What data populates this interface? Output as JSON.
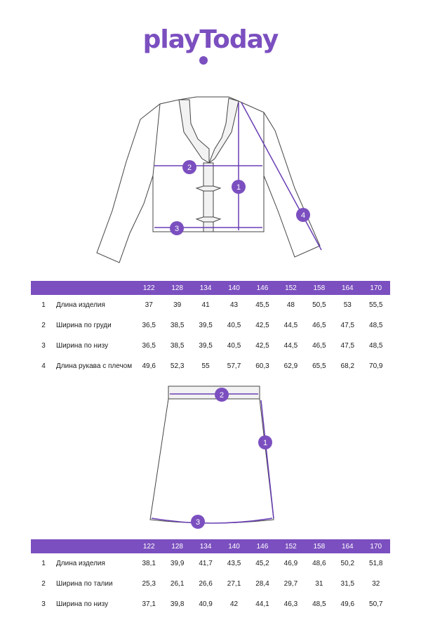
{
  "brand": {
    "logo_text": "playToday",
    "accent_color": "#7b4fbf"
  },
  "cardigan": {
    "markers": [
      "1",
      "2",
      "3",
      "4"
    ],
    "table": {
      "sizes": [
        "122",
        "128",
        "134",
        "140",
        "146",
        "152",
        "158",
        "164",
        "170"
      ],
      "rows": [
        {
          "num": "1",
          "name": "Длина изделия",
          "values": [
            "37",
            "39",
            "41",
            "43",
            "45,5",
            "48",
            "50,5",
            "53",
            "55,5"
          ]
        },
        {
          "num": "2",
          "name": "Ширина по груди",
          "values": [
            "36,5",
            "38,5",
            "39,5",
            "40,5",
            "42,5",
            "44,5",
            "46,5",
            "47,5",
            "48,5"
          ]
        },
        {
          "num": "3",
          "name": "Ширина по низу",
          "values": [
            "36,5",
            "38,5",
            "39,5",
            "40,5",
            "42,5",
            "44,5",
            "46,5",
            "47,5",
            "48,5"
          ]
        },
        {
          "num": "4",
          "name": "Длина рукава с плечом",
          "values": [
            "49,6",
            "52,3",
            "55",
            "57,7",
            "60,3",
            "62,9",
            "65,5",
            "68,2",
            "70,9"
          ]
        }
      ]
    }
  },
  "skirt": {
    "markers": [
      "1",
      "2",
      "3"
    ],
    "table": {
      "sizes": [
        "122",
        "128",
        "134",
        "140",
        "146",
        "152",
        "158",
        "164",
        "170"
      ],
      "rows": [
        {
          "num": "1",
          "name": "Длина изделия",
          "values": [
            "38,1",
            "39,9",
            "41,7",
            "43,5",
            "45,2",
            "46,9",
            "48,6",
            "50,2",
            "51,8"
          ]
        },
        {
          "num": "2",
          "name": "Ширина по талии",
          "values": [
            "25,3",
            "26,1",
            "26,6",
            "27,1",
            "28,4",
            "29,7",
            "31",
            "31,5",
            "32"
          ]
        },
        {
          "num": "3",
          "name": "Ширина по низу",
          "values": [
            "37,1",
            "39,8",
            "40,9",
            "42",
            "44,1",
            "46,3",
            "48,5",
            "49,6",
            "50,7"
          ]
        }
      ]
    }
  }
}
